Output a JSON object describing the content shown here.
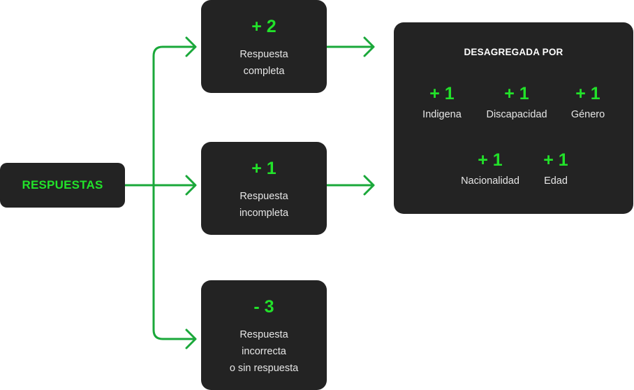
{
  "root": {
    "label": "RESPUESTAS"
  },
  "branches": [
    {
      "score": "+ 2",
      "lines": [
        "Respuesta",
        "completa"
      ]
    },
    {
      "score": "+ 1",
      "lines": [
        "Respuesta",
        "incompleta"
      ]
    },
    {
      "score": "- 3",
      "lines": [
        "Respuesta",
        "incorrecta",
        "o sin respuesta"
      ]
    }
  ],
  "breakdown": {
    "title": "DESAGREGADA POR",
    "items": [
      {
        "score": "+ 1",
        "label": "Indigena"
      },
      {
        "score": "+ 1",
        "label": "Discapacidad"
      },
      {
        "score": "+ 1",
        "label": "Género"
      },
      {
        "score": "+ 1",
        "label": "Nacionalidad"
      },
      {
        "score": "+ 1",
        "label": "Edad"
      }
    ]
  },
  "colors": {
    "accent": "#22e22a",
    "connector": "#1aa83a",
    "box": "#232323",
    "text": "#e6e6e6"
  }
}
